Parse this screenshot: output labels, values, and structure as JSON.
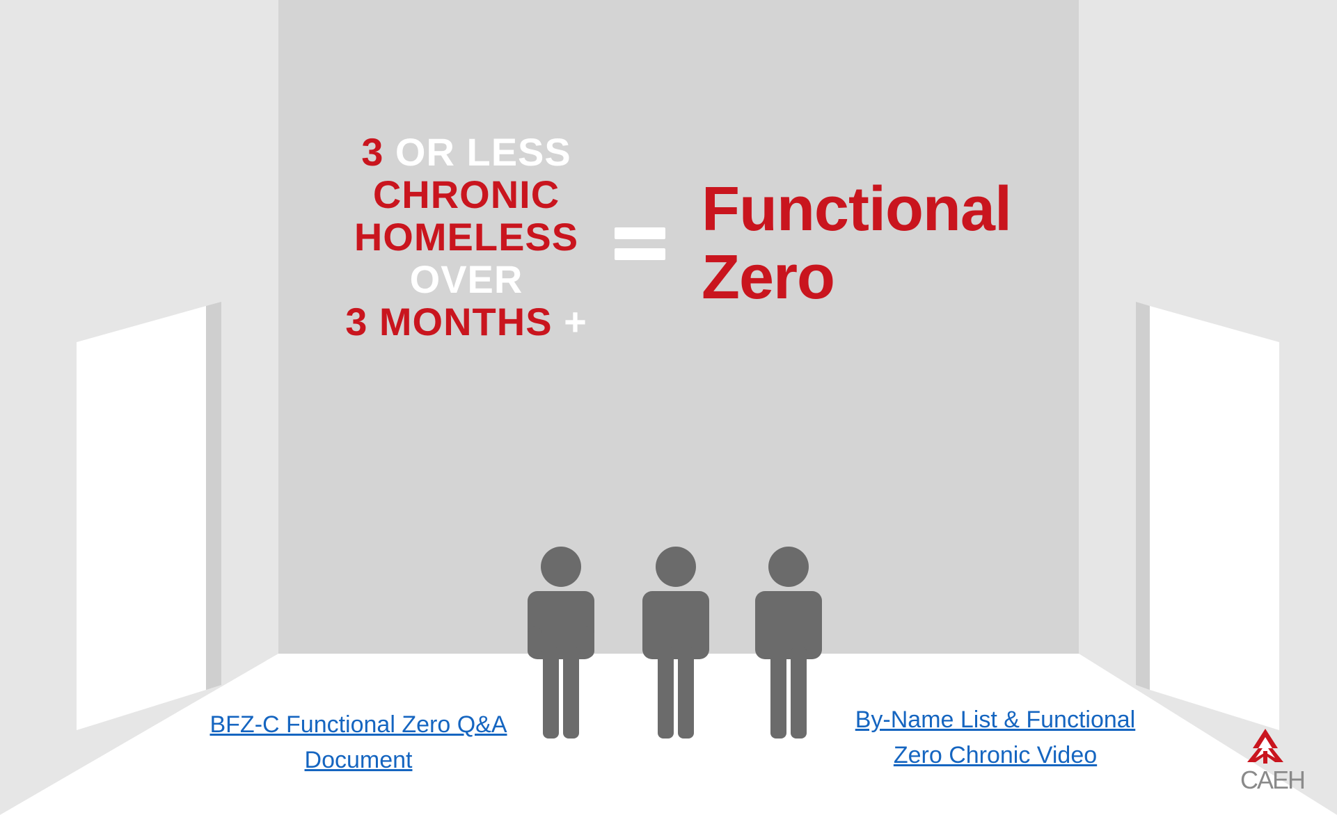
{
  "headline": {
    "line1_number": "3",
    "line1_rest": " OR LESS",
    "line2": "CHRONIC",
    "line3": "HOMELESS",
    "line4": "OVER",
    "line5_main": "3 MONTHS",
    "line5_plus": " +"
  },
  "result": {
    "line1": "Functional",
    "line2": "Zero"
  },
  "links": {
    "left_line1": "BFZ-C Functional Zero Q&A",
    "left_line2": "Document",
    "right_line1": "By-Name List & Functional",
    "right_line2": "Zero Chronic Video"
  },
  "logo": {
    "text": "CAEH"
  },
  "figures": {
    "count": 3
  },
  "colors": {
    "accent_red": "#c9151e",
    "back_wall": "#d4d4d4",
    "side_wall": "#e6e6e6",
    "figure_gray": "#6b6b6b",
    "link_blue": "#1565c0"
  },
  "icons": [
    "person-icon",
    "maple-leaf-icon"
  ]
}
